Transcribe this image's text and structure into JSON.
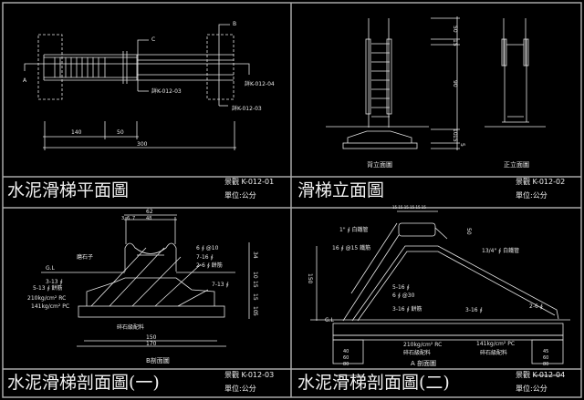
{
  "colors": {
    "background": "#000000",
    "frame": "#a8a8a8",
    "lines": "#e8e8e8"
  },
  "panels": [
    {
      "title": "水泥滑梯平面圖",
      "code": "景觀 K-012-01",
      "unit": "單位:公分",
      "labels": {
        "sec_a": "A",
        "sec_c": "C",
        "sec_b": "B",
        "ref1": "詳K-012-03",
        "ref2": "詳K-012-04",
        "ref3": "詳K-012-03"
      },
      "dims": {
        "d1": "140",
        "d2": "50",
        "total": "300"
      }
    },
    {
      "title": "滑梯立面圖",
      "code": "景觀 K-012-02",
      "unit": "單位:公分",
      "labels": {
        "back": "背立面圖",
        "front": "正立面圖"
      },
      "dims": {
        "h1": "50",
        "h2": "15",
        "h3": "90",
        "h4": "10",
        "h5": "15",
        "h6": "5"
      }
    },
    {
      "title": "水泥滑梯剖面圖(一)",
      "code": "景觀 K-012-03",
      "unit": "單位:公分",
      "labels": {
        "terrazzo": "磨石子",
        "r1": "6 ∮ @10",
        "r2": "7-16 ∮",
        "r3": "2-6 ∮ 餅筋",
        "gl": "G.L",
        "r4": "3-13 ∮",
        "r5": "5-13 ∮ 餅筋",
        "rc": "210kg/cm² RC",
        "pc": "141kg/cm² PC",
        "r6": "7-13 ∮",
        "gravel": "碎石級配料",
        "section": "B剖面圖"
      },
      "dims": {
        "top": "62",
        "t1": "3",
        "t2": "6",
        "t3": "7",
        "t4": "48",
        "w1": "150",
        "w2": "170",
        "v1": "34",
        "v2": "10",
        "v3": "15",
        "v4": "15",
        "v5": "10",
        "v6": "5"
      }
    },
    {
      "title": "水泥滑梯剖面圖(二)",
      "code": "景觀 K-012-04",
      "unit": "單位:公分",
      "labels": {
        "pipe1": "1\" ∮ 白鐵管",
        "bar1": "16 ∮ @15 鐵筋",
        "pipe2": "13/4\" ∮ 白鐵管",
        "r1": "5-16 ∮",
        "r2": "6 ∮ @30",
        "r3": "3-16 ∮ 餅筋",
        "r4": "3-16 ∮",
        "r5": "2-6 ∮",
        "rc": "210kg/cm² RC",
        "gravel1": "碎石級配料",
        "pc": "141kg/cm² PC",
        "gravel2": "碎石級配料",
        "section": "A 剖面圖",
        "gl": "G.L"
      },
      "dims": {
        "top": "15 15 15 15 15 15",
        "h": "50",
        "height": "150",
        "l1": "40",
        "l2": "60",
        "l3": "80",
        "r1": "45",
        "r2": "60",
        "r3": "80"
      }
    }
  ]
}
